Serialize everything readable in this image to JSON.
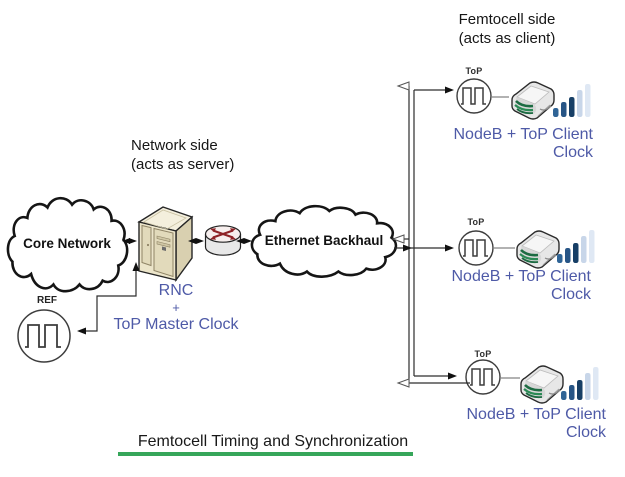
{
  "title": {
    "text": "Femtocell Timing and Synchronization"
  },
  "headers": {
    "femtocell_side_line1": "Femtocell side",
    "femtocell_side_line2": "(acts as client)",
    "network_side_line1": "Network side",
    "network_side_line2": "(acts as server)"
  },
  "clouds": {
    "core": "Core Network",
    "backhaul": "Ethernet Backhaul"
  },
  "network_node": {
    "rnc_line1": "RNC",
    "rnc_line2": "+",
    "rnc_line3": "ToP Master Clock",
    "ref_clock_label": "REF"
  },
  "femtocell_rows": [
    {
      "top_label": "ToP",
      "line1": "NodeB + ToP Client",
      "line2": "Clock"
    },
    {
      "top_label": "ToP",
      "line1": "NodeB + ToP Client",
      "line2": "Clock"
    },
    {
      "top_label": "ToP",
      "line1": "NodeB + ToP Client",
      "line2": "Clock"
    }
  ],
  "icons": {
    "core_cloud": "cloud-outline",
    "backhaul_cloud": "cloud-outline",
    "rnc_server": "tower-server",
    "router": "cisco-router-cylinder-with-red-cross-arrows",
    "ref_clock": "circle-square-wave",
    "top_clock": "circle-square-wave",
    "nodeb_device": "gateway-box-with-green-vents",
    "signal_bars": "five-bar-signal-strength"
  },
  "colors": {
    "label_blue": "#4e5aa7",
    "underline_green": "#36a65a",
    "line_black": "#2d2d2d",
    "server_front": "#ece5ca",
    "server_side": "#d9d0b0",
    "server_top": "#f4efdd",
    "router_red": "#8e2226",
    "device_green": "#1c6b42",
    "signal_bar_colors": [
      "#2f6496",
      "#275586",
      "#173f66",
      "#c8d6e9",
      "#dfe8f4"
    ]
  }
}
